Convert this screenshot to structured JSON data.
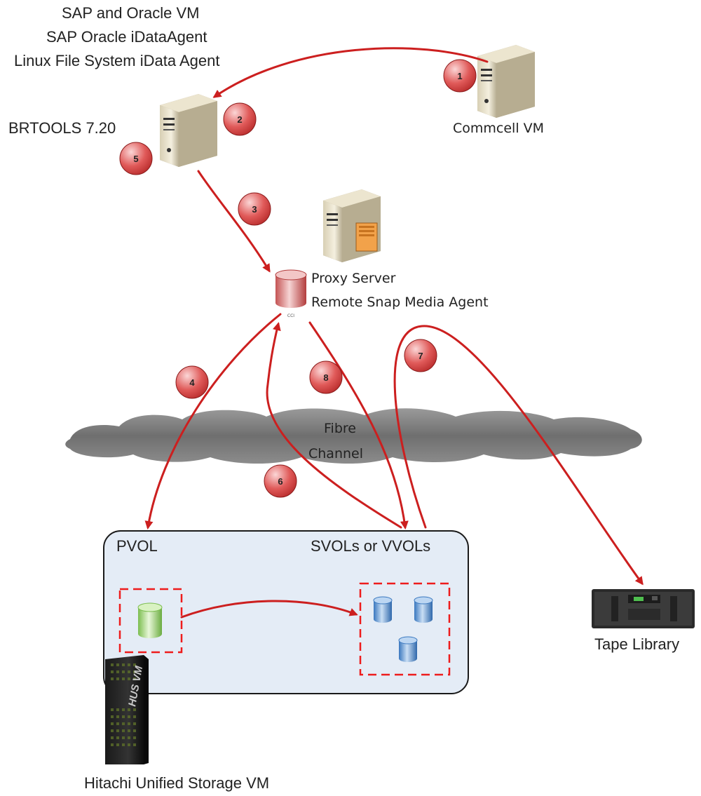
{
  "labels": {
    "vm_title_1": "SAP and Oracle VM",
    "vm_title_2": "SAP Oracle iDataAgent",
    "vm_title_3": "Linux File System iData Agent",
    "brtools": "BRTOOLS 7.20",
    "commcell": "Commcell VM",
    "proxy_1": "Proxy Server",
    "proxy_2": "Remote Snap Media Agent",
    "fibre_1": "Fibre",
    "fibre_2": "Channel",
    "pvol": "PVOL",
    "svols": "SVOLs or VVOLs",
    "tape": "Tape Library",
    "hitachi": "Hitachi Unified Storage VM",
    "hus_vm": "HUS VM",
    "cci": "CCI"
  },
  "steps": [
    "1",
    "2",
    "3",
    "4",
    "5",
    "6",
    "7",
    "8"
  ],
  "colors": {
    "arrow": "#cc1f1f",
    "step_badge": "#d9403f",
    "cloud": "#7a7a7a",
    "storage_box": "#e4ecf6",
    "pvol_disk": "#8fd26a",
    "svol_disk": "#4a86c8",
    "dashed": "#ee1c1c"
  },
  "icons": [
    "server-icon",
    "database-icon",
    "cloud-icon",
    "tape-library-icon",
    "storage-array-icon"
  ]
}
